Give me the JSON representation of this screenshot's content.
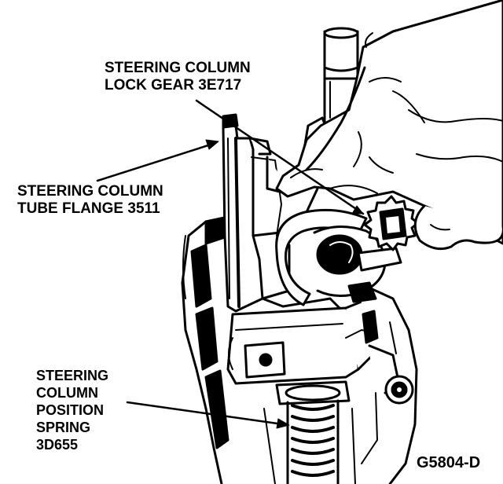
{
  "labels": {
    "lock_gear": [
      "STEERING COLUMN",
      "LOCK GEAR 3E717"
    ],
    "tube_flange": [
      "STEERING COLUMN",
      "TUBE FLANGE 3511"
    ],
    "position_spring": [
      "STEERING",
      "COLUMN",
      "POSITION",
      "SPRING",
      "3D655"
    ]
  },
  "figure_id": "G5804-D",
  "colors": {
    "ink": "#000000",
    "paper": "#ffffff"
  }
}
